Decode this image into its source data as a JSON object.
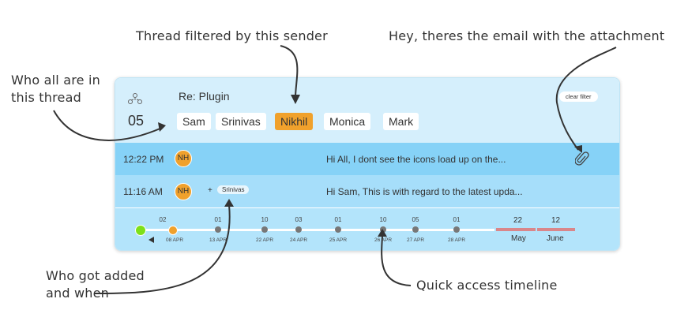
{
  "annotations": {
    "filtered": "Thread filtered by this sender",
    "attachment": "Hey, theres the email with the attachment",
    "who_all_1": "Who all are in",
    "who_all_2": "this thread",
    "added_1": "Who got added",
    "added_2": "and when",
    "timeline": "Quick access timeline"
  },
  "thread": {
    "participant_count": "05",
    "subject": "Re: Plugin",
    "clear_filter": "clear filter",
    "participants": [
      "Sam",
      "Srinivas",
      "Nikhil",
      "Monica",
      "Mark"
    ],
    "selected": "Nikhil"
  },
  "messages": [
    {
      "time": "12:22 PM",
      "avatar": "NH",
      "preview": "Hi All, I dont see the icons load up on the...",
      "attachment": true
    },
    {
      "time": "11:16 AM",
      "avatar": "NH",
      "added_prefix": "+",
      "added": "Srinivas",
      "preview": "Hi Sam, This is with regard to the latest upda..."
    }
  ],
  "timeline": {
    "points": [
      {
        "count": "02",
        "date": "08 APR"
      },
      {
        "count": "01",
        "date": "13 APR"
      },
      {
        "count": "10",
        "date": "22 APR"
      },
      {
        "count": "03",
        "date": "24 APR"
      },
      {
        "count": "01",
        "date": "25 APR"
      },
      {
        "count": "10",
        "date": "26 APR"
      },
      {
        "count": "05",
        "date": "27 APR"
      },
      {
        "count": "01",
        "date": "28 APR"
      }
    ],
    "months": [
      {
        "count": "22",
        "label": "May"
      },
      {
        "count": "12",
        "label": "June"
      }
    ]
  },
  "colors": {
    "accent": "#f0a12c",
    "header": "#d5effc",
    "row_selected": "#86d2f7",
    "month_bar": "#d9868a"
  }
}
